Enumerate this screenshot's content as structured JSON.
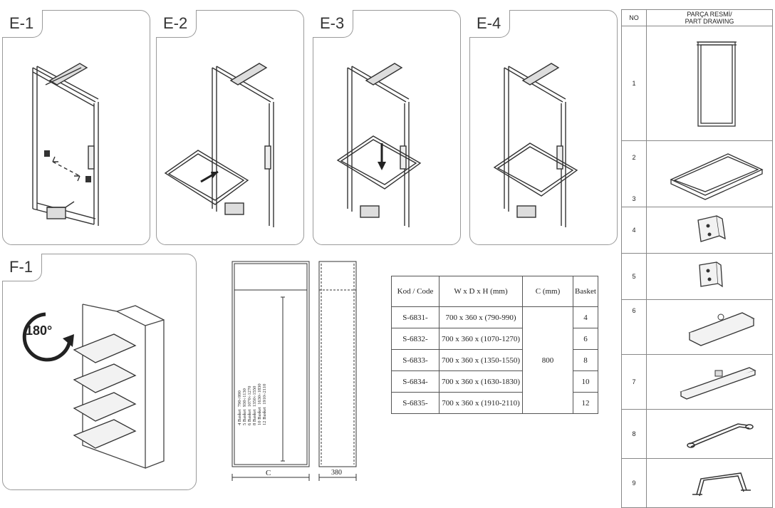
{
  "panels": {
    "e1": "E-1",
    "e2": "E-2",
    "e3": "E-3",
    "e4": "E-4",
    "f1": "F-1"
  },
  "rotation_label": "180°",
  "cabinet": {
    "width_label": "C",
    "depth_label": "380",
    "height_legend": [
      {
        "basket": "4 Basket",
        "range": "790÷990"
      },
      {
        "basket": "5 Basket",
        "range": "930÷1130"
      },
      {
        "basket": "6 Basket",
        "range": "1070÷1270"
      },
      {
        "basket": "8 Basket",
        "range": "1350÷1550"
      },
      {
        "basket": "10 Basket",
        "range": "1630÷1830"
      },
      {
        "basket": "12 Basket",
        "range": "1910÷2110"
      }
    ]
  },
  "spec_table": {
    "headers": [
      "Kod / Code",
      "W x D x H (mm)",
      "C (mm)",
      "Basket"
    ],
    "rows": [
      {
        "code": "S-6831-",
        "dims": "700 x 360 x (790-990)",
        "basket": "4"
      },
      {
        "code": "S-6832-",
        "dims": "700 x 360 x (1070-1270)",
        "basket": "6"
      },
      {
        "code": "S-6833-",
        "dims": "700 x 360 x (1350-1550)",
        "basket": "8"
      },
      {
        "code": "S-6834-",
        "dims": "700 x 360 x (1630-1830)",
        "basket": "10"
      },
      {
        "code": "S-6835-",
        "dims": "700 x 360 x (1910-2110)",
        "basket": "12"
      }
    ],
    "c_value": "800"
  },
  "parts_table": {
    "header_no": "NO",
    "header_drawing_line1": "PARÇA RESMİ/",
    "header_drawing_line2": "PART DRAWING",
    "rows": [
      {
        "no": "1",
        "icon": "frame-icon"
      },
      {
        "no": "2",
        "no2": "3",
        "icon": "tray-icon"
      },
      {
        "no": "4",
        "icon": "bracket-block-icon"
      },
      {
        "no": "5",
        "icon": "bracket-block-icon"
      },
      {
        "no": "6",
        "icon": "base-rail-icon"
      },
      {
        "no": "7",
        "icon": "slide-rail-icon"
      },
      {
        "no": "8",
        "icon": "curved-handle-icon"
      },
      {
        "no": "9",
        "icon": "square-handle-icon"
      }
    ]
  }
}
